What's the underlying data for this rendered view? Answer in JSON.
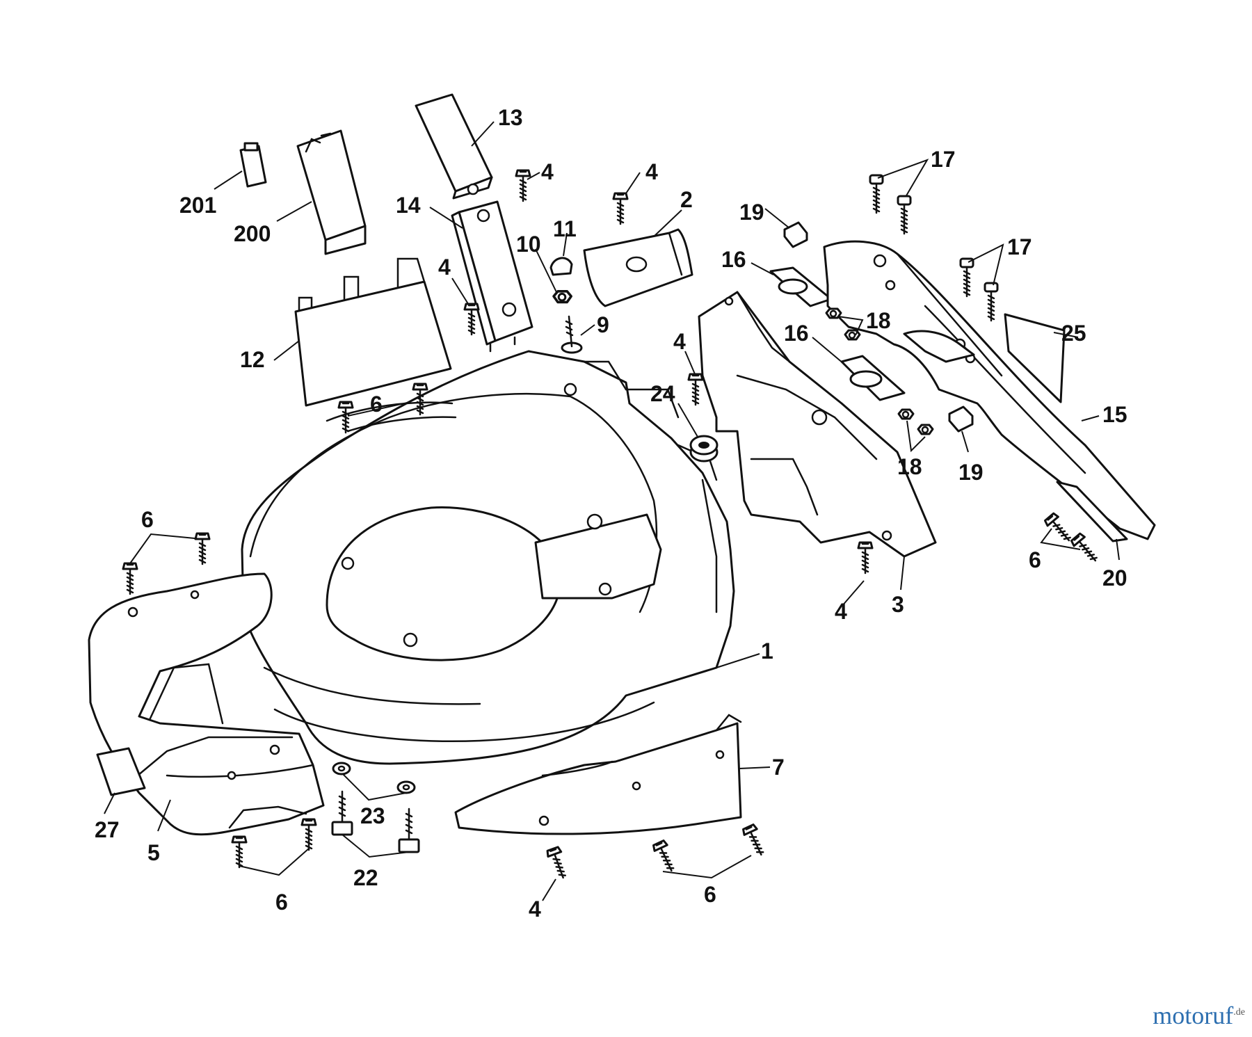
{
  "diagram": {
    "type": "exploded-parts",
    "subject": "lawn mower deck housing"
  },
  "labels": {
    "p1": "1",
    "p2": "2",
    "p3": "3",
    "p4a": "4",
    "p4b": "4",
    "p4c": "4",
    "p4d": "4",
    "p4e": "4",
    "p4f": "4",
    "p5": "5",
    "p6a": "6",
    "p6b": "6",
    "p6c": "6",
    "p6d": "6",
    "p6e": "6",
    "p7": "7",
    "p9": "9",
    "p10": "10",
    "p11": "11",
    "p12": "12",
    "p13": "13",
    "p14": "14",
    "p15": "15",
    "p16a": "16",
    "p16b": "16",
    "p17a": "17",
    "p17b": "17",
    "p18a": "18",
    "p18b": "18",
    "p19a": "19",
    "p19b": "19",
    "p20": "20",
    "p22": "22",
    "p23": "23",
    "p24": "24",
    "p25": "25",
    "p27": "27",
    "p200": "200",
    "p201": "201"
  },
  "watermark": {
    "main": "motoruf",
    "suffix": ".de"
  }
}
